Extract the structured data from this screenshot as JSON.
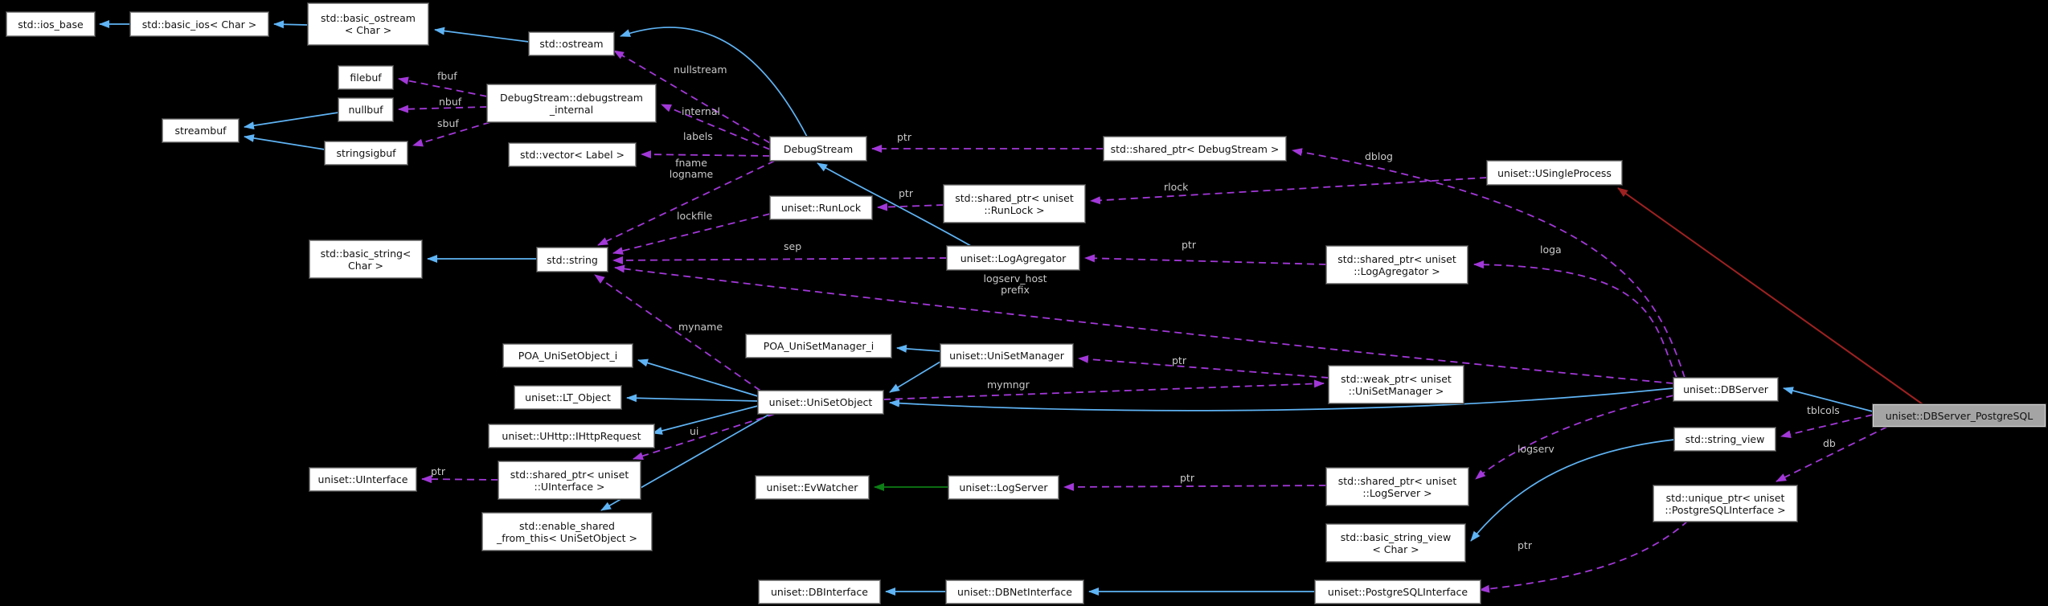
{
  "diagram": {
    "type": "doxygen-collaboration-graph",
    "highlighted_node": "uniset::DBServer_PostgreSQL",
    "colors": {
      "background": "#000000",
      "inheritance_arrow": "#5fb4f5",
      "usage_arrow": "#a238d8",
      "protected_inheritance_arrow": "#0d7d16",
      "private_inheritance_arrow": "#9e2121",
      "node_fill": "#ffffff",
      "node_border": "#8f8f8f",
      "highlight_fill": "#a4a4a4",
      "edge_label_color": "#c9c9c9"
    },
    "nodes": {
      "ios_base": {
        "label": "std::ios_base"
      },
      "basic_ios": {
        "label": "std::basic_ios< Char >"
      },
      "basic_ostream": {
        "label": "std::basic_ostream\n< Char >"
      },
      "ostream": {
        "label": "std::ostream"
      },
      "filebuf": {
        "label": "filebuf"
      },
      "nullbuf": {
        "label": "nullbuf"
      },
      "streambuf": {
        "label": "streambuf"
      },
      "stringsigbuf": {
        "label": "stringsigbuf"
      },
      "dbg_internal": {
        "label": "DebugStream::debugstream\n_internal"
      },
      "vector_label": {
        "label": "std::vector< Label >"
      },
      "debugstream": {
        "label": "DebugStream"
      },
      "sp_debugstream": {
        "label": "std::shared_ptr< DebugStream >"
      },
      "runlock": {
        "label": "uniset::RunLock"
      },
      "sp_runlock": {
        "label": "std::shared_ptr< uniset\n::RunLock >"
      },
      "usingleprocess": {
        "label": "uniset::USingleProcess"
      },
      "basic_string": {
        "label": "std::basic_string<\nChar >"
      },
      "stdstring": {
        "label": "std::string"
      },
      "logagregator": {
        "label": "uniset::LogAgregator"
      },
      "sp_logagregator": {
        "label": "std::shared_ptr< uniset\n::LogAgregator >"
      },
      "poa_usobj": {
        "label": "POA_UniSetObject_i"
      },
      "lt_object": {
        "label": "uniset::LT_Object"
      },
      "unisetobject": {
        "label": "uniset::UniSetObject"
      },
      "poa_usmgr": {
        "label": "POA_UniSetManager_i"
      },
      "unisetmanager": {
        "label": "uniset::UniSetManager"
      },
      "weak_ptr_mgr": {
        "label": "std::weak_ptr< uniset\n::UniSetManager >"
      },
      "ihttprequest": {
        "label": "uniset::UHttp::IHttpRequest"
      },
      "uinterface": {
        "label": "uniset::UInterface"
      },
      "sp_uinterface": {
        "label": "std::shared_ptr< uniset\n::UInterface >"
      },
      "evwatcher": {
        "label": "uniset::EvWatcher"
      },
      "logserver": {
        "label": "uniset::LogServer"
      },
      "sp_logserver": {
        "label": "std::shared_ptr< uniset\n::LogServer >"
      },
      "enable_shared": {
        "label": "std::enable_shared\n_from_this< UniSetObject >"
      },
      "basic_string_view": {
        "label": "std::basic_string_view\n< Char >"
      },
      "dbinterface": {
        "label": "uniset::DBInterface"
      },
      "dbnetinterface": {
        "label": "uniset::DBNetInterface"
      },
      "postgresqlinterface": {
        "label": "uniset::PostgreSQLInterface"
      },
      "dbserver": {
        "label": "uniset::DBServer"
      },
      "string_view": {
        "label": "std::string_view"
      },
      "unique_ptr_pg": {
        "label": "std::unique_ptr< uniset\n::PostgreSQLInterface >"
      },
      "dbserver_pg": {
        "label": "uniset::DBServer_PostgreSQL"
      }
    },
    "edge_labels": {
      "fbuf": {
        "text": "fbuf"
      },
      "nbuf": {
        "text": "nbuf"
      },
      "sbuf": {
        "text": "sbuf"
      },
      "nullstream": {
        "text": "nullstream"
      },
      "internal": {
        "text": "internal"
      },
      "labels": {
        "text": "labels"
      },
      "fname_logname": {
        "text": "fname\nlogname"
      },
      "ptr_debugstream": {
        "text": "ptr"
      },
      "ptr_runlock": {
        "text": "ptr"
      },
      "ptr_logagregator": {
        "text": "ptr"
      },
      "ptr_weakmgr": {
        "text": "ptr"
      },
      "ptr_uinterface": {
        "text": "ptr"
      },
      "ptr_logserver": {
        "text": "ptr"
      },
      "ptr_postgresql": {
        "text": "ptr"
      },
      "lockfile": {
        "text": "lockfile"
      },
      "sep": {
        "text": "sep"
      },
      "logserv_host_prefix": {
        "text": "logserv_host\nprefix"
      },
      "myname": {
        "text": "myname"
      },
      "mymngr": {
        "text": "mymngr"
      },
      "ui": {
        "text": "ui"
      },
      "dblog": {
        "text": "dblog"
      },
      "rlock": {
        "text": "rlock"
      },
      "loga": {
        "text": "loga"
      },
      "logserv": {
        "text": "logserv"
      },
      "tblcols": {
        "text": "tblcols"
      },
      "db": {
        "text": "db"
      }
    },
    "edges": [
      {
        "from": "std::basic_ios< Char >",
        "to": "std::ios_base",
        "type": "inheritance"
      },
      {
        "from": "std::basic_ostream< Char >",
        "to": "std::basic_ios< Char >",
        "type": "inheritance"
      },
      {
        "from": "std::ostream",
        "to": "std::basic_ostream< Char >",
        "type": "inheritance"
      },
      {
        "from": "DebugStream",
        "to": "std::ostream",
        "type": "inheritance"
      },
      {
        "from": "uniset::LogAgregator",
        "to": "DebugStream",
        "type": "inheritance"
      },
      {
        "from": "nullbuf",
        "to": "streambuf",
        "type": "inheritance"
      },
      {
        "from": "stringsigbuf",
        "to": "streambuf",
        "type": "inheritance"
      },
      {
        "from": "std::string",
        "to": "std::basic_string< Char >",
        "type": "inheritance"
      },
      {
        "from": "uniset::UniSetObject",
        "to": "POA_UniSetObject_i",
        "type": "inheritance"
      },
      {
        "from": "uniset::UniSetObject",
        "to": "uniset::LT_Object",
        "type": "inheritance"
      },
      {
        "from": "uniset::UniSetObject",
        "to": "uniset::UHttp::IHttpRequest",
        "type": "inheritance"
      },
      {
        "from": "uniset::UniSetObject",
        "to": "std::enable_shared_from_this< UniSetObject >",
        "type": "inheritance"
      },
      {
        "from": "uniset::UniSetManager",
        "to": "POA_UniSetManager_i",
        "type": "inheritance"
      },
      {
        "from": "uniset::UniSetManager",
        "to": "uniset::UniSetObject",
        "type": "inheritance"
      },
      {
        "from": "uniset::DBServer",
        "to": "uniset::UniSetObject",
        "type": "inheritance"
      },
      {
        "from": "uniset::DBServer_PostgreSQL",
        "to": "uniset::DBServer",
        "type": "inheritance"
      },
      {
        "from": "uniset::DBServer_PostgreSQL",
        "to": "uniset::USingleProcess",
        "type": "private-inheritance"
      },
      {
        "from": "std::string_view",
        "to": "std::basic_string_view< Char >",
        "type": "inheritance"
      },
      {
        "from": "uniset::LogServer",
        "to": "uniset::EvWatcher",
        "type": "protected-inheritance"
      },
      {
        "from": "uniset::DBNetInterface",
        "to": "uniset::DBInterface",
        "type": "inheritance"
      },
      {
        "from": "uniset::PostgreSQLInterface",
        "to": "uniset::DBNetInterface",
        "type": "inheritance"
      },
      {
        "from": "DebugStream::debugstream_internal",
        "to": "filebuf",
        "type": "usage",
        "label": "fbuf"
      },
      {
        "from": "DebugStream::debugstream_internal",
        "to": "nullbuf",
        "type": "usage",
        "label": "nbuf"
      },
      {
        "from": "DebugStream::debugstream_internal",
        "to": "stringsigbuf",
        "type": "usage",
        "label": "sbuf"
      },
      {
        "from": "DebugStream",
        "to": "std::ostream",
        "type": "usage",
        "label": "nullstream"
      },
      {
        "from": "DebugStream",
        "to": "DebugStream::debugstream_internal",
        "type": "usage",
        "label": "internal"
      },
      {
        "from": "DebugStream",
        "to": "std::vector< Label >",
        "type": "usage",
        "label": "labels"
      },
      {
        "from": "DebugStream",
        "to": "std::string",
        "type": "usage",
        "label": "fname logname"
      },
      {
        "from": "std::shared_ptr< DebugStream >",
        "to": "DebugStream",
        "type": "usage",
        "label": "ptr"
      },
      {
        "from": "std::shared_ptr< uniset::RunLock >",
        "to": "uniset::RunLock",
        "type": "usage",
        "label": "ptr"
      },
      {
        "from": "uniset::RunLock",
        "to": "std::string",
        "type": "usage",
        "label": "lockfile"
      },
      {
        "from": "uniset::LogAgregator",
        "to": "std::string",
        "type": "usage",
        "label": "sep"
      },
      {
        "from": "std::shared_ptr< uniset::LogAgregator >",
        "to": "uniset::LogAgregator",
        "type": "usage",
        "label": "ptr"
      },
      {
        "from": "uniset::UniSetObject",
        "to": "std::string",
        "type": "usage",
        "label": "myname"
      },
      {
        "from": "uniset::DBServer",
        "to": "std::string",
        "type": "usage",
        "label": "logserv_host prefix"
      },
      {
        "from": "std::weak_ptr< uniset::UniSetManager >",
        "to": "uniset::UniSetManager",
        "type": "usage",
        "label": "ptr"
      },
      {
        "from": "uniset::UniSetObject",
        "to": "std::weak_ptr< uniset::UniSetManager >",
        "type": "usage",
        "label": "mymngr"
      },
      {
        "from": "uniset::UniSetObject",
        "to": "std::shared_ptr< uniset::UInterface >",
        "type": "usage",
        "label": "ui"
      },
      {
        "from": "std::shared_ptr< uniset::UInterface >",
        "to": "uniset::UInterface",
        "type": "usage",
        "label": "ptr"
      },
      {
        "from": "std::shared_ptr< uniset::LogServer >",
        "to": "uniset::LogServer",
        "type": "usage",
        "label": "ptr"
      },
      {
        "from": "uniset::DBServer",
        "to": "std::shared_ptr< uniset::LogServer >",
        "type": "usage",
        "label": "logserv"
      },
      {
        "from": "uniset::DBServer",
        "to": "std::shared_ptr< DebugStream >",
        "type": "usage",
        "label": "dblog"
      },
      {
        "from": "uniset::USingleProcess",
        "to": "std::shared_ptr< uniset::RunLock >",
        "type": "usage",
        "label": "rlock"
      },
      {
        "from": "uniset::DBServer",
        "to": "std::shared_ptr< uniset::LogAgregator >",
        "type": "usage",
        "label": "loga"
      },
      {
        "from": "uniset::DBServer_PostgreSQL",
        "to": "std::string_view",
        "type": "usage",
        "label": "tblcols"
      },
      {
        "from": "uniset::DBServer_PostgreSQL",
        "to": "std::unique_ptr< uniset::PostgreSQLInterface >",
        "type": "usage",
        "label": "db"
      },
      {
        "from": "std::unique_ptr< uniset::PostgreSQLInterface >",
        "to": "uniset::PostgreSQLInterface",
        "type": "usage",
        "label": "ptr"
      }
    ]
  }
}
